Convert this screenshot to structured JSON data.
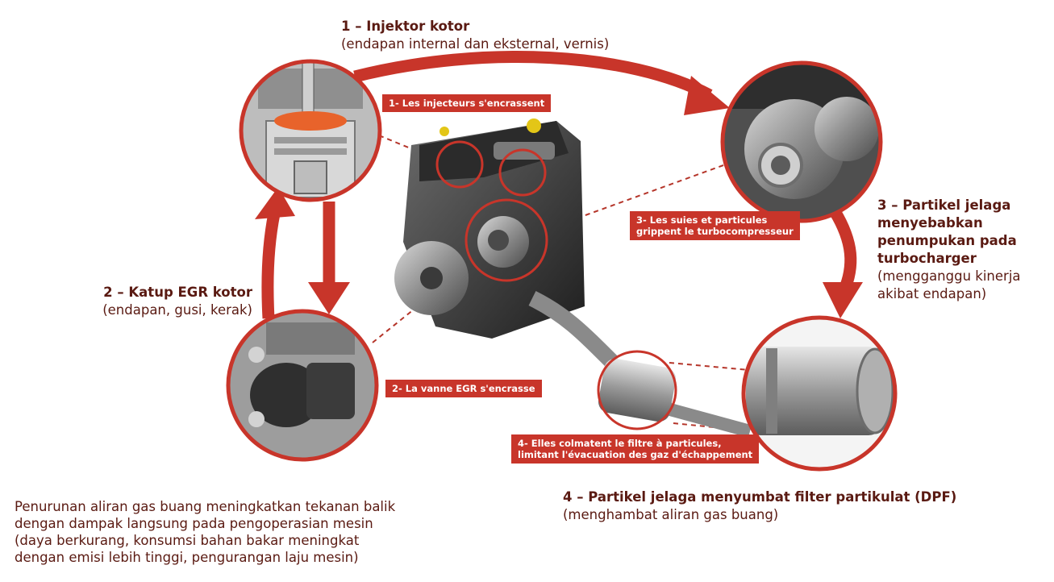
{
  "labels": {
    "injector": {
      "title": "1 – Injektor kotor",
      "subtitle": "(endapan internal dan eksternal, vernis)"
    },
    "egr": {
      "title": "2 – Katup EGR kotor",
      "subtitle": "(endapan, gusi, kerak)"
    },
    "turbo": {
      "title_lines": [
        "3 – Partikel jelaga",
        "menyebabkan",
        "penumpukan pada",
        "turbocharger"
      ],
      "subtitle_lines": [
        "(mengganggu kinerja",
        "akibat endapan)"
      ]
    },
    "dpf": {
      "title": "4 – Partikel jelaga menyumbat filter partikulat (DPF)",
      "subtitle": "(menghambat aliran gas buang)"
    }
  },
  "bottom_note_lines": [
    "Penurunan aliran gas buang meningkatkan tekanan balik",
    "dengan dampak langsung pada pengoperasian mesin",
    "(daya berkurang, konsumsi bahan bakar meningkat",
    "dengan emisi lebih tinggi, pengurangan laju mesin)"
  ],
  "french_tags": {
    "injector": "1- Les injecteurs s'encrassent",
    "egr": "2- La vanne EGR s'encrasse",
    "turbo_lines": [
      "3- Les suies et particules",
      "grippent le turbocompresseur"
    ],
    "dpf_lines": [
      "4- Elles colmatent le filtre à particules,",
      "limitant l'évacuation des gaz d'échappement"
    ]
  },
  "colors": {
    "accent_red": "#c8352a",
    "text_brown": "#5a1a12"
  }
}
